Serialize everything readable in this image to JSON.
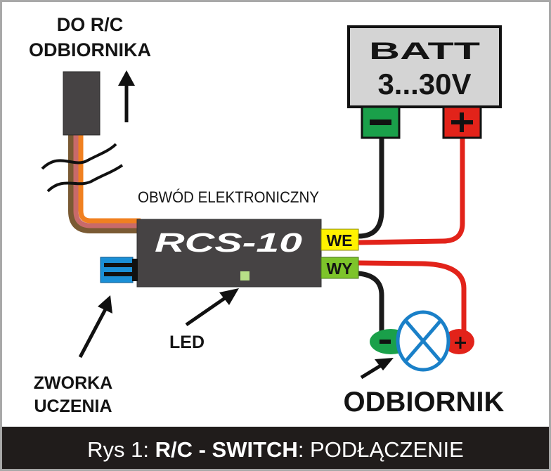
{
  "labels": {
    "receiver_line1": "DO R/C",
    "receiver_line2": "ODBIORNIKA",
    "circuit": "OBWÓD ELEKTRONICZNY",
    "device": "RCS-10",
    "input_port": "WE",
    "output_port": "WY",
    "battery_line1": "BATT",
    "battery_line2": "3...30V",
    "battery_minus": "–",
    "battery_plus": "+",
    "load_minus": "–",
    "load_plus": "+",
    "led": "LED",
    "jumper_line1": "ZWORKA",
    "jumper_line2": "UCZENIA",
    "load": "ODBIORNIK"
  },
  "caption": {
    "prefix": "Rys 1: ",
    "bold": "R/C - SWITCH",
    "suffix": ": PODŁĄCZENIE"
  },
  "colors": {
    "device_body": "#464344",
    "port_we": "#fff200",
    "port_wy": "#7dc42a",
    "wire_red": "#e2231a",
    "wire_black": "#1a1a1a",
    "servo_brown": "#7a5a33",
    "servo_pink": "#c86a6a",
    "servo_orange": "#f08020",
    "battery_face": "#d4d4d4",
    "terminal_green": "#1aa04a",
    "terminal_red": "#e2231a",
    "lamp_blue": "#1a80c8",
    "led_green": "#b7df87",
    "jumper_blue": "#1a8fd6"
  }
}
